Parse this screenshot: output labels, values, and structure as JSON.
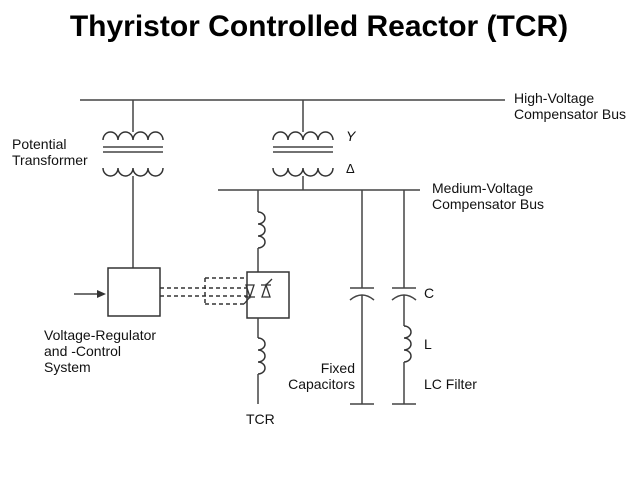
{
  "title": "Thyristor Controlled Reactor (TCR)",
  "labels": {
    "hv_bus_line1": "High-Voltage",
    "hv_bus_line2": "Compensator Bus",
    "pt_line1": "Potential",
    "pt_line2": "Transformer",
    "y": "Y",
    "delta": "Δ",
    "mv_bus_line1": "Medium-Voltage",
    "mv_bus_line2": "Compensator Bus",
    "vr_line1": "Voltage-Regulator",
    "vr_line2": "and -Control",
    "vr_line3": "System",
    "tcr": "TCR",
    "fixed_line1": "Fixed",
    "fixed_line2": "Capacitors",
    "c": "C",
    "l": "L",
    "lc_filter": "LC Filter"
  }
}
